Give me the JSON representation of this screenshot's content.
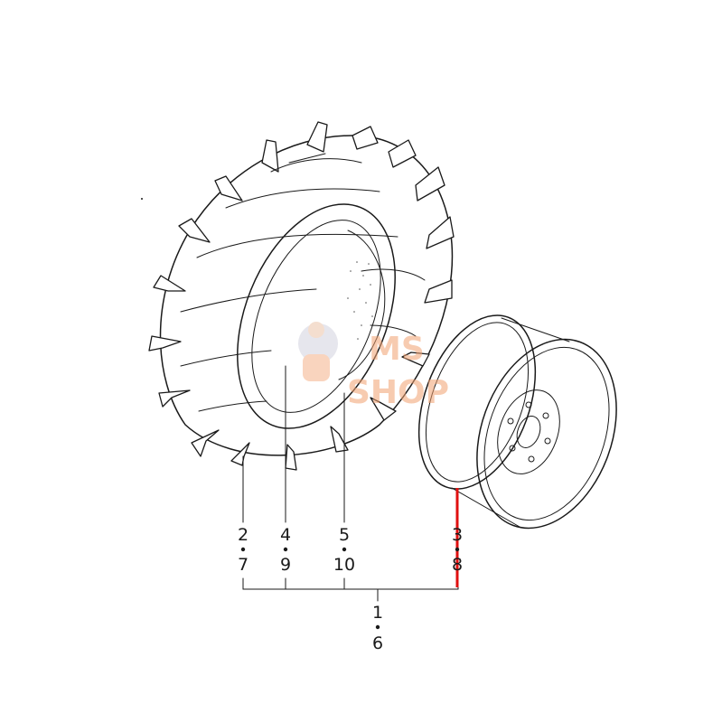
{
  "callouts": {
    "c1": {
      "top": "2",
      "bottom": "7"
    },
    "c2": {
      "top": "4",
      "bottom": "9"
    },
    "c3": {
      "top": "5",
      "bottom": "10"
    },
    "c4": {
      "top": "3",
      "bottom": "8"
    },
    "c5": {
      "top": "1",
      "bottom": "6"
    }
  },
  "watermark": {
    "line1": "MS",
    "line2": "SHOP",
    "icon": "mascot-figure-icon"
  },
  "colors": {
    "ink": "#1a1a1a",
    "highlight": "#e01010",
    "watermark": "#f2a170"
  },
  "parts": {
    "tire": "tire-illustration",
    "rim": "wheel-rim-illustration"
  }
}
